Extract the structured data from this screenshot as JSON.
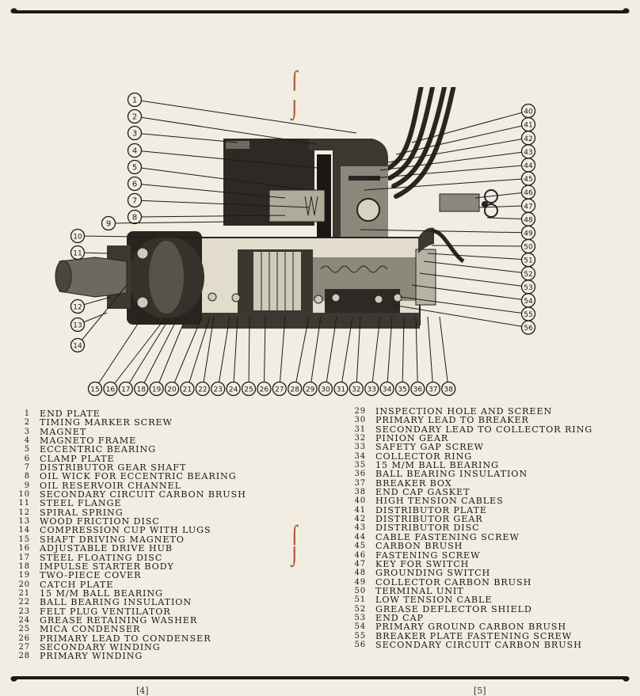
{
  "page_numbers": {
    "left": "[4]",
    "right": "[5]"
  },
  "legend_left": [
    {
      "num": "1",
      "label": "END PLATE"
    },
    {
      "num": "2",
      "label": "TIMING MARKER SCREW"
    },
    {
      "num": "3",
      "label": "MAGNET"
    },
    {
      "num": "4",
      "label": "MAGNETO FRAME"
    },
    {
      "num": "5",
      "label": "ECCENTRIC BEARING"
    },
    {
      "num": "6",
      "label": "CLAMP PLATE"
    },
    {
      "num": "7",
      "label": "DISTRIBUTOR GEAR SHAFT"
    },
    {
      "num": "8",
      "label": "OIL WICK FOR ECCENTRIC BEARING"
    },
    {
      "num": "9",
      "label": "OIL RESERVOIR CHANNEL"
    },
    {
      "num": "10",
      "label": "SECONDARY CIRCUIT CARBON BRUSH"
    },
    {
      "num": "11",
      "label": "STEEL FLANGE"
    },
    {
      "num": "12",
      "label": "SPIRAL SPRING"
    },
    {
      "num": "13",
      "label": "WOOD FRICTION DISC"
    },
    {
      "num": "14",
      "label": "COMPRESSION CUP WITH LUGS"
    },
    {
      "num": "15",
      "label": "SHAFT DRIVING MAGNETO"
    },
    {
      "num": "16",
      "label": "ADJUSTABLE DRIVE HUB"
    },
    {
      "num": "17",
      "label": "STEEL FLOATING DISC"
    },
    {
      "num": "18",
      "label": "IMPULSE STARTER BODY"
    },
    {
      "num": "19",
      "label": "TWO-PIECE COVER"
    },
    {
      "num": "20",
      "label": "CATCH PLATE"
    },
    {
      "num": "21",
      "label": "15 M/M BALL BEARING"
    },
    {
      "num": "22",
      "label": "BALL BEARING INSULATION"
    },
    {
      "num": "23",
      "label": "FELT PLUG VENTILATOR"
    },
    {
      "num": "24",
      "label": "GREASE RETAINING WASHER"
    },
    {
      "num": "25",
      "label": "MICA CONDENSER"
    },
    {
      "num": "26",
      "label": "PRIMARY LEAD TO CONDENSER"
    },
    {
      "num": "27",
      "label": "SECONDARY WINDING"
    },
    {
      "num": "28",
      "label": "PRIMARY WINDING"
    }
  ],
  "legend_right": [
    {
      "num": "29",
      "label": "INSPECTION HOLE AND SCREEN"
    },
    {
      "num": "30",
      "label": "PRIMARY LEAD TO BREAKER"
    },
    {
      "num": "31",
      "label": "SECONDARY LEAD TO COLLECTOR RING"
    },
    {
      "num": "32",
      "label": "PINION GEAR"
    },
    {
      "num": "33",
      "label": "SAFETY GAP SCREW"
    },
    {
      "num": "34",
      "label": "COLLECTOR RING"
    },
    {
      "num": "35",
      "label": "15 M/M BALL BEARING"
    },
    {
      "num": "36",
      "label": "BALL BEARING INSULATION"
    },
    {
      "num": "37",
      "label": "BREAKER BOX"
    },
    {
      "num": "38",
      "label": "END CAP GASKET"
    },
    {
      "num": "40",
      "label": "HIGH TENSION CABLES"
    },
    {
      "num": "41",
      "label": "DISTRIBUTOR PLATE"
    },
    {
      "num": "42",
      "label": "DISTRIBUTOR GEAR"
    },
    {
      "num": "43",
      "label": "DISTRIBUTOR DISC"
    },
    {
      "num": "44",
      "label": "CABLE FASTENING SCREW"
    },
    {
      "num": "45",
      "label": "CARBON BRUSH"
    },
    {
      "num": "46",
      "label": "FASTENING SCREW"
    },
    {
      "num": "47",
      "label": "KEY FOR SWITCH"
    },
    {
      "num": "48",
      "label": "GROUNDING SWITCH"
    },
    {
      "num": "49",
      "label": "COLLECTOR CARBON BRUSH"
    },
    {
      "num": "50",
      "label": "TERMINAL UNIT"
    },
    {
      "num": "51",
      "label": "LOW TENSION CABLE"
    },
    {
      "num": "52",
      "label": "GREASE DEFLECTOR SHIELD"
    },
    {
      "num": "53",
      "label": "END CAP"
    },
    {
      "num": "54",
      "label": "PRIMARY GROUND CARBON BRUSH"
    },
    {
      "num": "55",
      "label": "BREAKER PLATE FASTENING SCREW"
    },
    {
      "num": "56",
      "label": "SECONDARY CIRCUIT CARBON BRUSH"
    }
  ],
  "callouts_left": [
    "1",
    "2",
    "3",
    "4",
    "5",
    "6",
    "7",
    "8",
    "9",
    "10",
    "11",
    "12",
    "13",
    "14"
  ],
  "callouts_bottom": [
    "15",
    "16",
    "17",
    "18",
    "19",
    "20",
    "21",
    "22",
    "23",
    "24",
    "25",
    "26",
    "27",
    "28",
    "29",
    "30",
    "31",
    "32",
    "33",
    "34",
    "35",
    "36",
    "37",
    "38"
  ],
  "callouts_right": [
    "40",
    "41",
    "42",
    "43",
    "44",
    "45",
    "46",
    "47",
    "48",
    "49",
    "50",
    "51",
    "52",
    "53",
    "54",
    "55",
    "56"
  ]
}
